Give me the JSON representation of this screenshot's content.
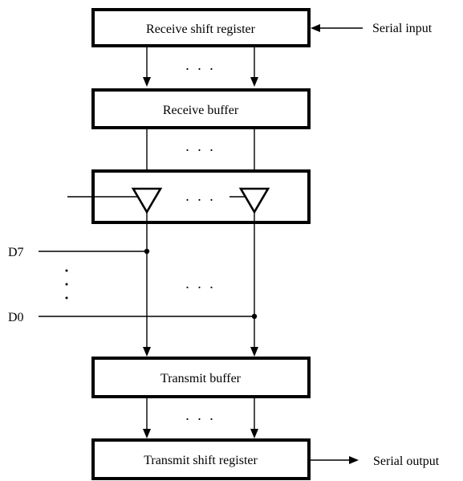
{
  "blocks": {
    "receive_shift_register": "Receive shift register",
    "receive_buffer": "Receive buffer",
    "transmit_buffer": "Transmit buffer",
    "transmit_shift_register": "Transmit shift register"
  },
  "io": {
    "serial_input": "Serial input",
    "serial_output": "Serial output"
  },
  "bus_lines": {
    "msb": "D7",
    "lsb": "D0"
  },
  "ellipsis": ". . .",
  "vertical_ellipsis": ".\n.\n."
}
